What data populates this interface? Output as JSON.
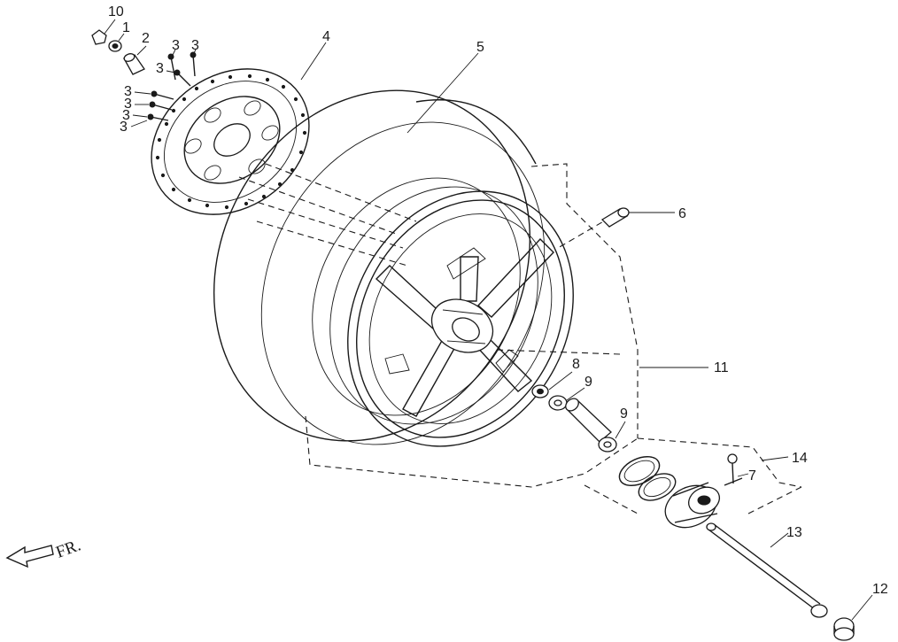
{
  "callouts": [
    "10",
    "1",
    "2",
    "3",
    "3",
    "3",
    "3",
    "3",
    "3",
    "3",
    "4",
    "5",
    "6",
    "8",
    "9",
    "9",
    "11",
    "14",
    "7",
    "13",
    "12"
  ],
  "direction_label": "FR."
}
